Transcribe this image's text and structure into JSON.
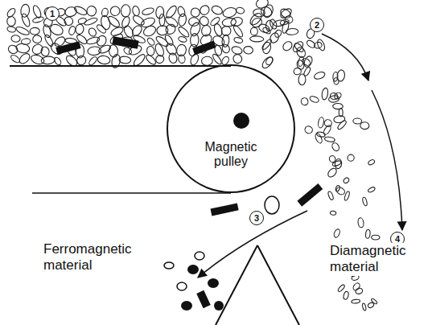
{
  "diagram": {
    "nodes": [
      {
        "text": [
          "Magnetic pulley"
        ]
      }
    ],
    "labels": [
      "1",
      "2",
      "3",
      "4",
      "Ferromagnetic material",
      "Diamagnetic material"
    ]
  }
}
